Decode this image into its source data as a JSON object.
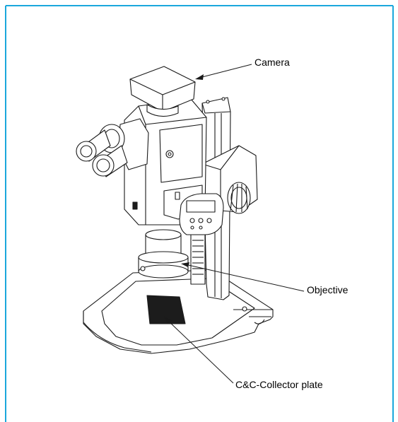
{
  "colors": {
    "frame": "#1aa7dc",
    "line": "#1a1a1a",
    "plate": "#1c1c1c"
  },
  "labels": {
    "camera": "Camera",
    "objective": "Objective",
    "collector_plate": "C&C-Collector plate"
  }
}
